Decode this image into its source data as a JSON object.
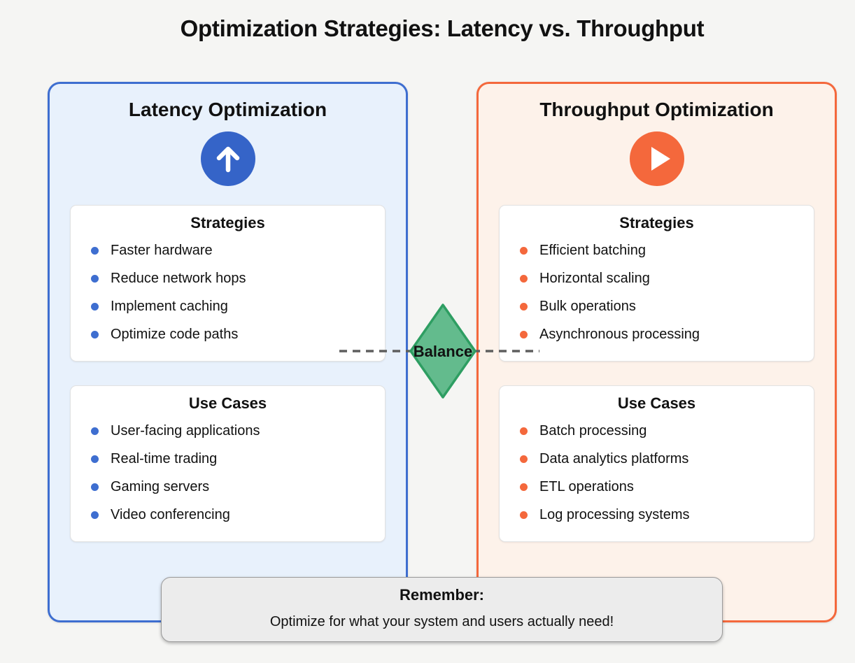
{
  "title": "Optimization Strategies: Latency vs. Throughput",
  "panels": [
    {
      "title": "Latency Optimization",
      "icon": "arrow-up-icon",
      "accent_color": "#3e6ed0",
      "background_color": "#e8f1fc",
      "strategies": {
        "heading": "Strategies",
        "items": [
          "Faster hardware",
          "Reduce network hops",
          "Implement caching",
          "Optimize code paths"
        ]
      },
      "use_cases": {
        "heading": "Use Cases",
        "items": [
          "User-facing applications",
          "Real-time trading",
          "Gaming servers",
          "Video conferencing"
        ]
      }
    },
    {
      "title": "Throughput Optimization",
      "icon": "play-icon",
      "accent_color": "#f4683c",
      "background_color": "#fdf2ea",
      "strategies": {
        "heading": "Strategies",
        "items": [
          "Efficient batching",
          "Horizontal scaling",
          "Bulk operations",
          "Asynchronous processing"
        ]
      },
      "use_cases": {
        "heading": "Use Cases",
        "items": [
          "Batch processing",
          "Data analytics platforms",
          "ETL operations",
          "Log processing systems"
        ]
      }
    }
  ],
  "balance": {
    "label": "Balance",
    "fill_color": "#63bb8d",
    "stroke_color": "#2e9e62",
    "connector_color": "#5f5f5f"
  },
  "footer": {
    "heading": "Remember:",
    "text": "Optimize for what your system and users actually need!"
  }
}
